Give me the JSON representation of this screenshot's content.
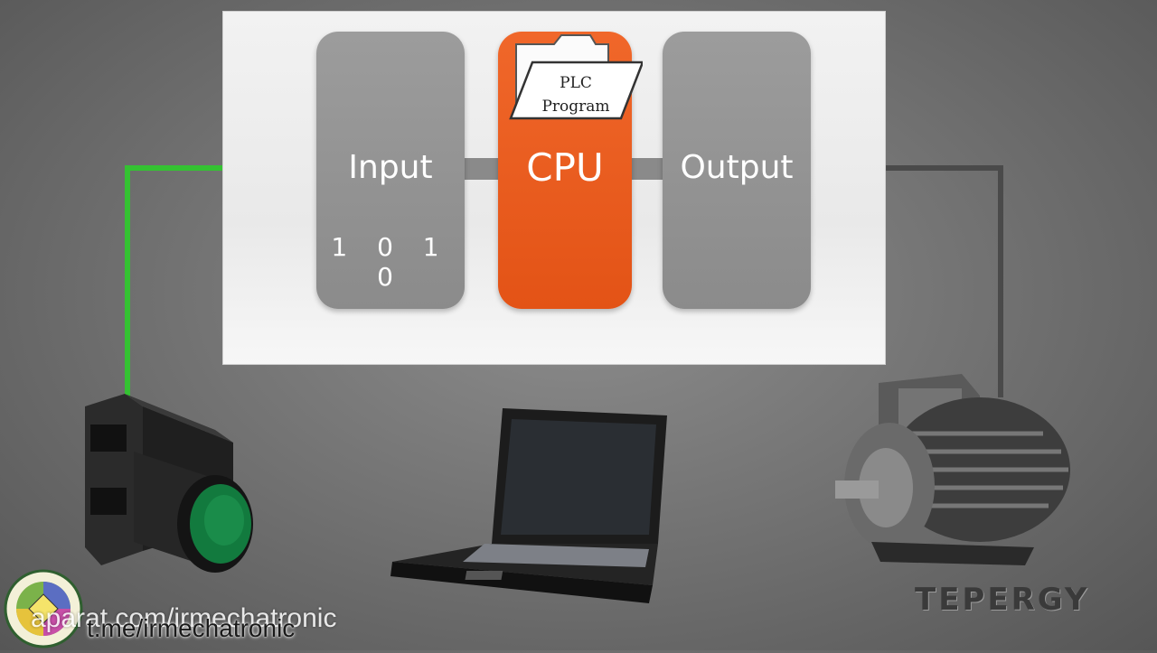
{
  "diagram": {
    "input_block": {
      "label": "Input",
      "bits": "1 0 1 0"
    },
    "cpu_block": {
      "label": "CPU",
      "program_line1": "PLC",
      "program_line2": "Program"
    },
    "output_block": {
      "label": "Output"
    }
  },
  "colors": {
    "cpu": "#e85a1e",
    "blocks": "#939393",
    "input_wire": "#34c232",
    "output_wire": "#4a4a4a",
    "button_cap": "#127a3e"
  },
  "icons": {
    "folder": "folder-icon",
    "push_button": "push-button-icon",
    "laptop": "laptop-icon",
    "motor": "electric-motor-icon"
  },
  "watermarks": {
    "site": "aparat.com/irmechatronic",
    "telegram": "t.me/irmechatronic",
    "brand": "TEPERGY"
  }
}
